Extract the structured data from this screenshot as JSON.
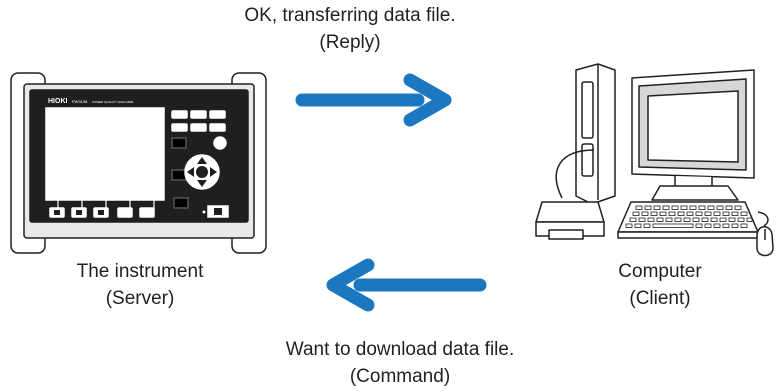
{
  "reply": {
    "line1": "OK, transferring data file.",
    "line2": "(Reply)"
  },
  "command": {
    "line1": "Want to download data file.",
    "line2": "(Command)"
  },
  "server": {
    "name": "The instrument",
    "role": "(Server)"
  },
  "client": {
    "name": "Computer",
    "role": "(Client)"
  },
  "instrument_branding": {
    "logo": "HIOKI",
    "model": "PW3198",
    "product": "POWER QUALITY ANALYZER"
  },
  "colors": {
    "arrow": "#1b78c0",
    "outline": "#231f20",
    "screen_shade": "#3a3a3a"
  }
}
